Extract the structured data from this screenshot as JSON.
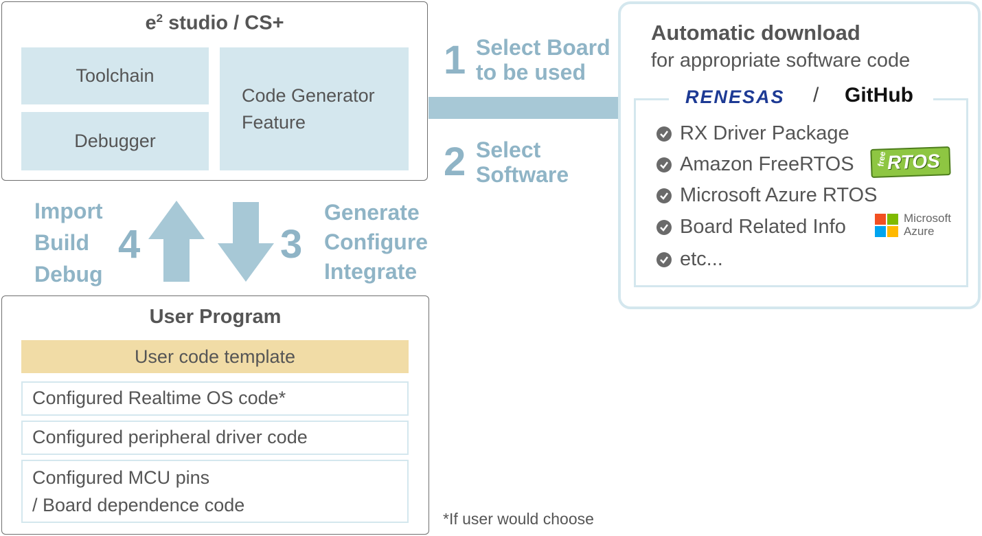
{
  "ide": {
    "title_base": "e",
    "title_sup": "2",
    "title_rest": " studio / CS+",
    "toolchain": "Toolchain",
    "debugger": "Debugger",
    "code_gen_line1": "Code Generator",
    "code_gen_line2": "Feature"
  },
  "steps": {
    "step1_num": "1",
    "step1_line1": "Select Board",
    "step1_line2": "to be used",
    "step2_num": "2",
    "step2_line1": "Select",
    "step2_line2": "Software",
    "step3_num": "3",
    "step3_line1": "Generate",
    "step3_line2": "Configure",
    "step3_line3": "Integrate",
    "step4_num": "4",
    "step4_line1": "Import",
    "step4_line2": "Build",
    "step4_line3": "Debug"
  },
  "download": {
    "title": "Automatic download",
    "subtitle": "for appropriate software code",
    "renesas_logo": "RENESAS",
    "slash": "/",
    "github_logo": "GitHub",
    "items": [
      "RX Driver Package",
      "Amazon FreeRTOS",
      "Microsoft Azure RTOS",
      "Board Related Info",
      "etc..."
    ],
    "freertos_free": "free",
    "freertos_rtos": "RTOS",
    "ms_line1": "Microsoft",
    "ms_line2": "Azure"
  },
  "user_program": {
    "title": "User Program",
    "template": "User code template",
    "rtos_code": "Configured Realtime OS code*",
    "driver_code": "Configured peripheral driver code",
    "mcu_line1": "Configured MCU pins",
    "mcu_line2": "/ Board dependence code"
  },
  "footnote": "*If user would choose",
  "colors": {
    "panel": "#d4e7ee",
    "accent_blue": "#8fb4c6",
    "connector": "#a7c8d6",
    "template": "#f1dca6"
  },
  "icons": [
    "check-circle-icon",
    "arrow-up-icon",
    "arrow-down-icon",
    "microsoft-logo-icon",
    "freertos-logo-icon"
  ]
}
